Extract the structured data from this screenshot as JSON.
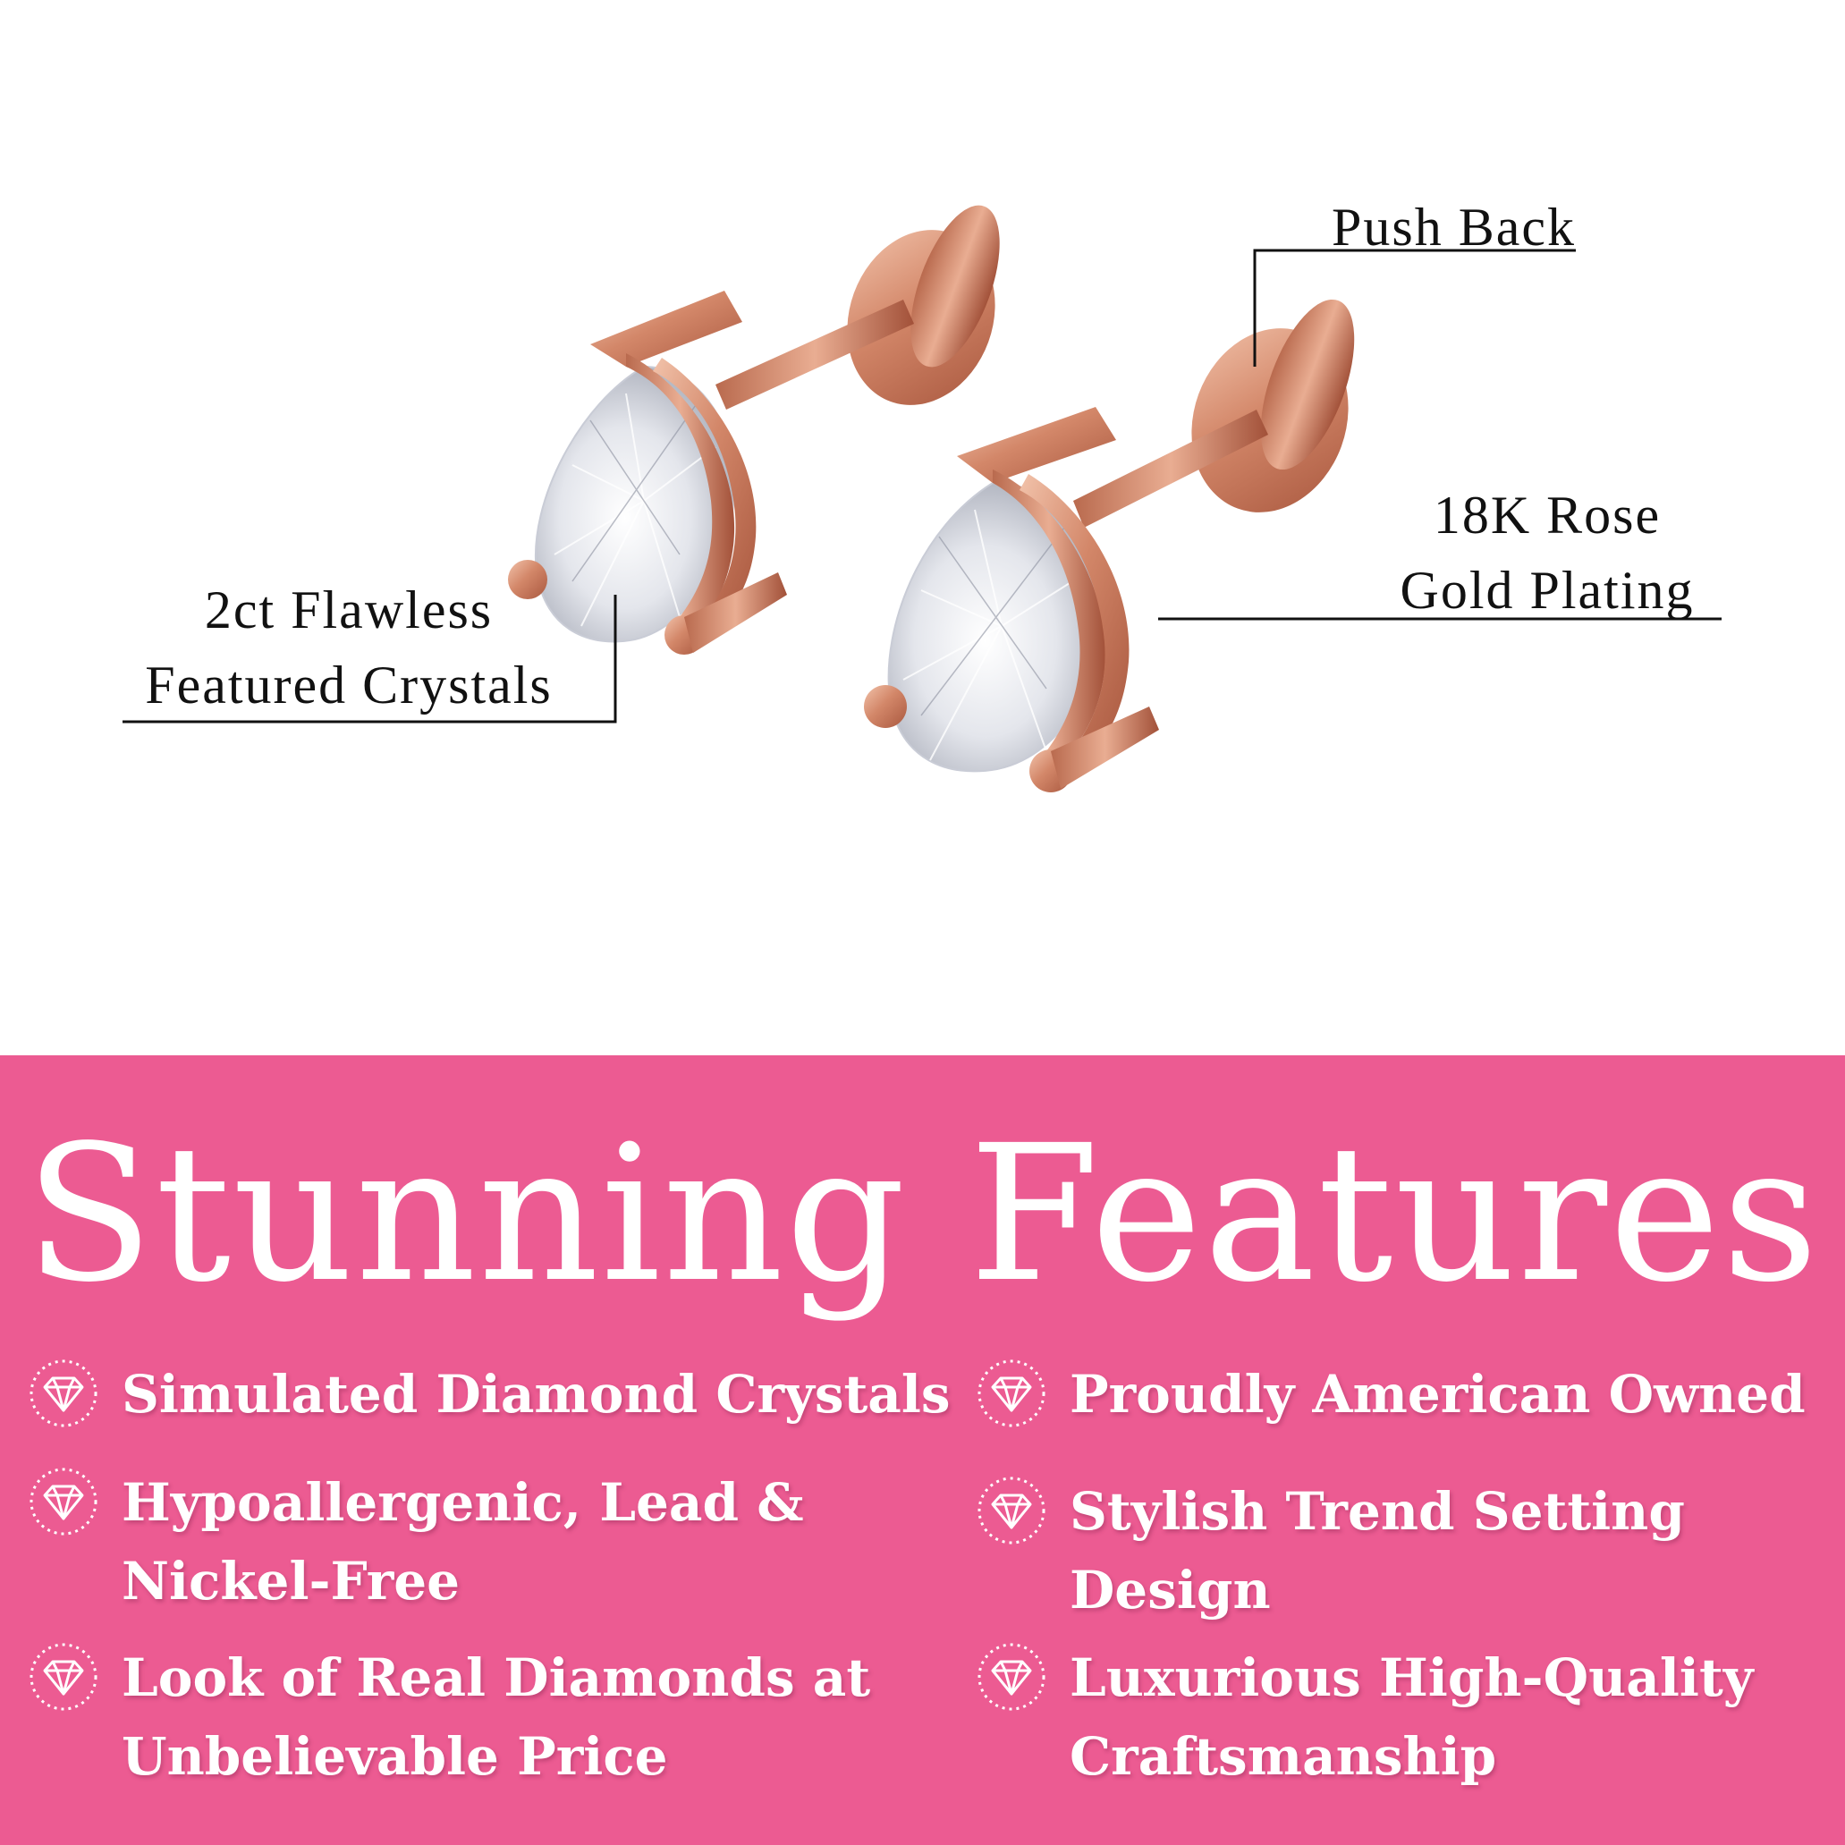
{
  "callouts": {
    "push_back": [
      "Push Back"
    ],
    "rose_gold": [
      "18K Rose",
      "Gold Plating"
    ],
    "crystals": [
      "2ct Flawless",
      "Featured Crystals"
    ]
  },
  "features": {
    "title": "Stunning Features",
    "items": [
      {
        "lines": [
          "Simulated Diamond Crystals"
        ]
      },
      {
        "lines": [
          "Proudly American Owned"
        ]
      },
      {
        "lines": [
          "Hypoallergenic, Lead &",
          "Nickel-Free"
        ]
      },
      {
        "lines": [
          "Stylish Trend Setting",
          "Design"
        ]
      },
      {
        "lines": [
          "Look of Real Diamonds at",
          "Unbelievable Price"
        ]
      },
      {
        "lines": [
          "Luxurious High-Quality",
          "Craftsmanship"
        ]
      }
    ]
  },
  "colors": {
    "panel": "#ec5b92",
    "rose_gold": "#d38769",
    "text_dark": "#111111",
    "text_light": "#ffffff"
  },
  "icons": {
    "feature_icon": "diamond-icon"
  }
}
